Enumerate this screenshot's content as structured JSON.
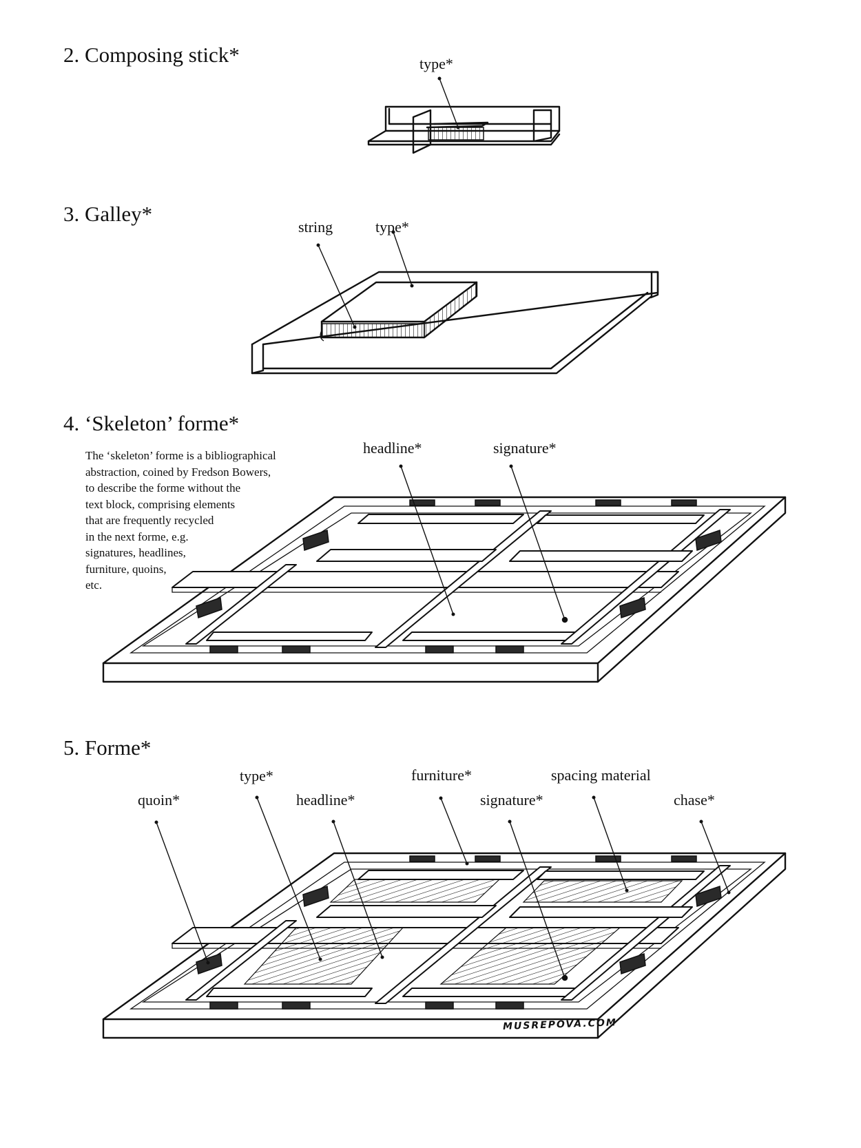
{
  "sections": {
    "composing_stick": {
      "heading": "2. Composing stick*",
      "labels": {
        "type": "type*"
      }
    },
    "galley": {
      "heading": "3. Galley*",
      "labels": {
        "string": "string",
        "type": "type*"
      }
    },
    "skeleton_forme": {
      "heading": "4. ‘Skeleton’ forme*",
      "description": [
        "The ‘skeleton’ forme is a bibliographical",
        "abstraction, coined by Fredson Bowers,",
        "to describe the forme without the",
        "text block, comprising elements",
        "that are frequently recycled",
        "in the next forme, e.g.",
        "signatures, headlines,",
        "furniture, quoins,",
        "etc."
      ],
      "labels": {
        "headline": "headline*",
        "signature": "signature*"
      }
    },
    "forme": {
      "heading": "5. Forme*",
      "labels": {
        "type": "type*",
        "quoin": "quoin*",
        "headline": "headline*",
        "furniture": "furniture*",
        "signature": "signature*",
        "spacing_material": "spacing material",
        "chase": "chase*"
      }
    }
  },
  "credit": "MUSREPOVA.COM"
}
